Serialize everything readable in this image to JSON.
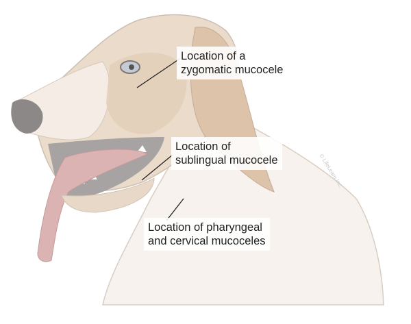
{
  "labels": {
    "zygomatic": "Location of a\nzygomatic mucocele",
    "sublingual": "Location of\nsublingual mucocele",
    "pharyngeal": "Location of pharyngeal\nand cervical mucoceles"
  },
  "watermark": "© LifeLearn Inc.",
  "colors": {
    "fur_tan": "#e6d2bd",
    "fur_light": "#f4ede6",
    "outline": "#cdbfb2",
    "nose": "#8a8585",
    "tongue": "#d9b0b0",
    "leader": "#222222"
  }
}
